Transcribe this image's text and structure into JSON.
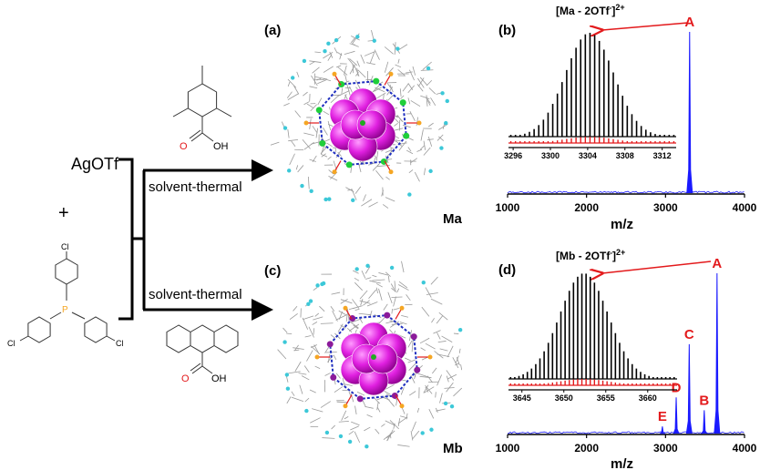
{
  "scheme": {
    "reagent1": "AgOTf",
    "plus": "+",
    "condition_top": "solvent-thermal",
    "condition_bottom": "solvent-thermal",
    "atoms": {
      "cl": "Cl",
      "p": "P",
      "o": "O",
      "oh": "OH"
    },
    "product_a": "Ma",
    "product_b": "Mb",
    "panel_a": "(a)",
    "panel_c": "(c)",
    "colors": {
      "phosphorus": "#f5a623",
      "oxygen": "#e31a1c",
      "silver_core": "#e020e0",
      "polyhedron": "#1f2fbf"
    }
  },
  "chart_data": [
    {
      "type": "line",
      "panel": "(b)",
      "title_main": "[Ma - 2OTf",
      "title_sup1": "-",
      "title_close": "]",
      "title_sup2": "2+",
      "xlabel": "m/z",
      "xlim": [
        1000,
        4000
      ],
      "xticks": [
        "1000",
        "2000",
        "3000",
        "4000"
      ],
      "color": "#1a1aff",
      "peaks": [
        {
          "label": "A",
          "mz": 3305,
          "intensity": 100
        }
      ],
      "inset": {
        "xlim": [
          3295.5,
          3313.5
        ],
        "xticks": [
          "3296",
          "3300",
          "3304",
          "3308",
          "3312"
        ],
        "xtick_values": [
          3296,
          3300,
          3304,
          3308,
          3312
        ],
        "center": 3304.2,
        "spacing": 0.5,
        "sigma": 2.6,
        "experimental_color": "#000000",
        "simulated_color": "#e31a1c"
      }
    },
    {
      "type": "line",
      "panel": "(d)",
      "title_main": "[Mb - 2OTf",
      "title_sup1": "-",
      "title_close": "]",
      "title_sup2": "2+",
      "xlabel": "m/z",
      "xlim": [
        1000,
        4000
      ],
      "xticks": [
        "1000",
        "2000",
        "3000",
        "4000"
      ],
      "color": "#1a1aff",
      "peaks": [
        {
          "label": "E",
          "mz": 2960,
          "intensity": 5
        },
        {
          "label": "D",
          "mz": 3135,
          "intensity": 23
        },
        {
          "label": "C",
          "mz": 3300,
          "intensity": 56
        },
        {
          "label": "B",
          "mz": 3490,
          "intensity": 15
        },
        {
          "label": "A",
          "mz": 3652,
          "intensity": 100
        }
      ],
      "inset": {
        "xlim": [
          3643.4,
          3663.5
        ],
        "xticks": [
          "3645",
          "3650",
          "3655",
          "3660"
        ],
        "xtick_values": [
          3645,
          3650,
          3655,
          3660
        ],
        "center": 3652.4,
        "spacing": 0.5,
        "sigma": 2.9,
        "experimental_color": "#000000",
        "simulated_color": "#e31a1c"
      }
    }
  ]
}
